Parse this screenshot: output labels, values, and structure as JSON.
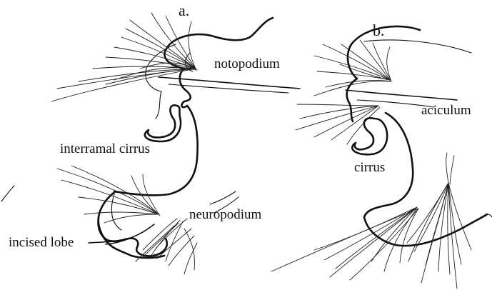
{
  "figure": {
    "panel_a": {
      "letter": "a.",
      "labels": {
        "notopodium": "notopodium",
        "interramal_cirrus": "interramal cirrus",
        "neuropodium": "neuropodium",
        "incised_lobe": "incised lobe"
      }
    },
    "panel_b": {
      "letter": "b.",
      "labels": {
        "aciculum": "aciculum",
        "cirrus": "cirrus"
      }
    }
  }
}
